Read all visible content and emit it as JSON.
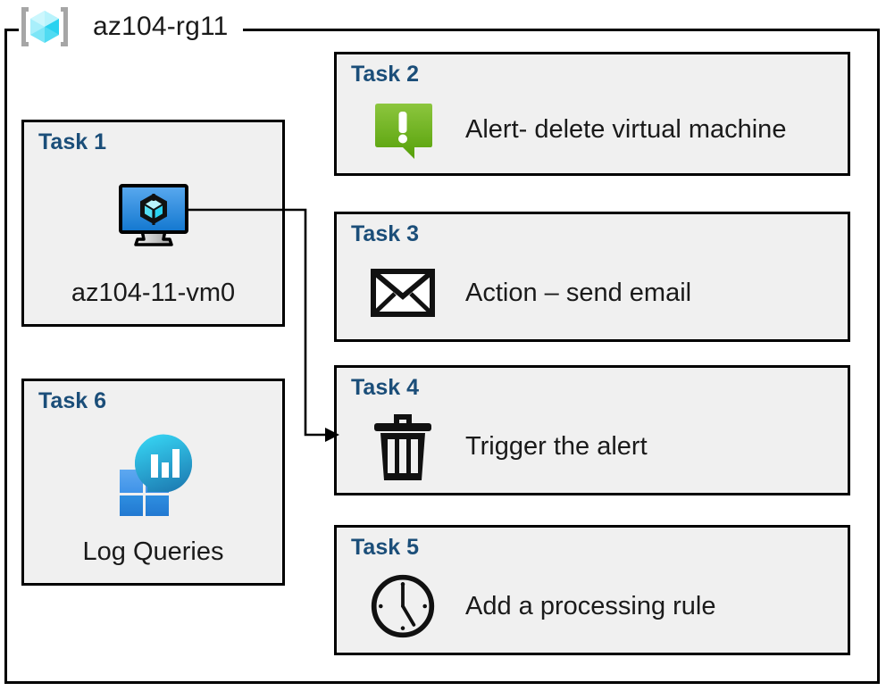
{
  "resource_group": {
    "name": "az104-rg11",
    "icon": "azure-resource-group-icon"
  },
  "colors": {
    "task_label": "#1b4e79",
    "card_fill": "#f0f0f0",
    "card_border": "#000000",
    "alert_green": "#7ab317",
    "vm_blue": "#2f8ede",
    "log_blue": "#2f8ede",
    "log_cyan": "#32c8e6"
  },
  "tasks": [
    {
      "label": "Task 1",
      "caption": "az104-11-vm0",
      "icon": "virtual-machine-icon",
      "layout": "stacked"
    },
    {
      "label": "Task 2",
      "caption": "Alert- delete virtual machine",
      "icon": "alert-bubble-icon",
      "layout": "inline"
    },
    {
      "label": "Task 3",
      "caption": "Action – send email",
      "icon": "envelope-icon",
      "layout": "inline"
    },
    {
      "label": "Task 4",
      "caption": "Trigger the alert",
      "icon": "trash-icon",
      "layout": "inline"
    },
    {
      "label": "Task 5",
      "caption": "Add a processing rule",
      "icon": "clock-icon",
      "layout": "inline"
    },
    {
      "label": "Task 6",
      "caption": "Log Queries",
      "icon": "log-queries-icon",
      "layout": "stacked"
    }
  ],
  "connector": {
    "from": "virtual-machine-icon",
    "to": "Task 4",
    "arrowhead": "right"
  }
}
